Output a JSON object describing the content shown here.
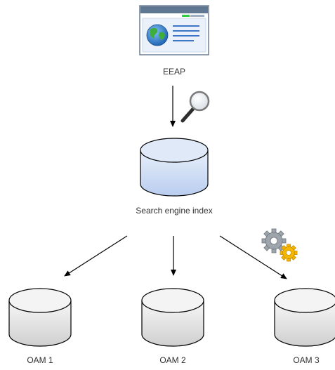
{
  "nodes": {
    "eeap": {
      "label": "EEAP",
      "icon": "web-browser-icon"
    },
    "search_index": {
      "label": "Search engine index",
      "icon": "database-icon"
    },
    "oam1": {
      "label": "OAM 1",
      "icon": "database-icon"
    },
    "oam2": {
      "label": "OAM 2",
      "icon": "database-icon"
    },
    "oam3": {
      "label": "OAM 3",
      "icon": "database-icon"
    }
  },
  "decorations": {
    "search": "magnifier-icon",
    "processing": "gears-icon"
  },
  "colors": {
    "index_fill_top": "#e8f0fb",
    "index_fill_bottom": "#b9cdef",
    "oam_fill_top": "#f5f5f5",
    "oam_fill_bottom": "#cfcfcf",
    "stroke": "#000000"
  }
}
